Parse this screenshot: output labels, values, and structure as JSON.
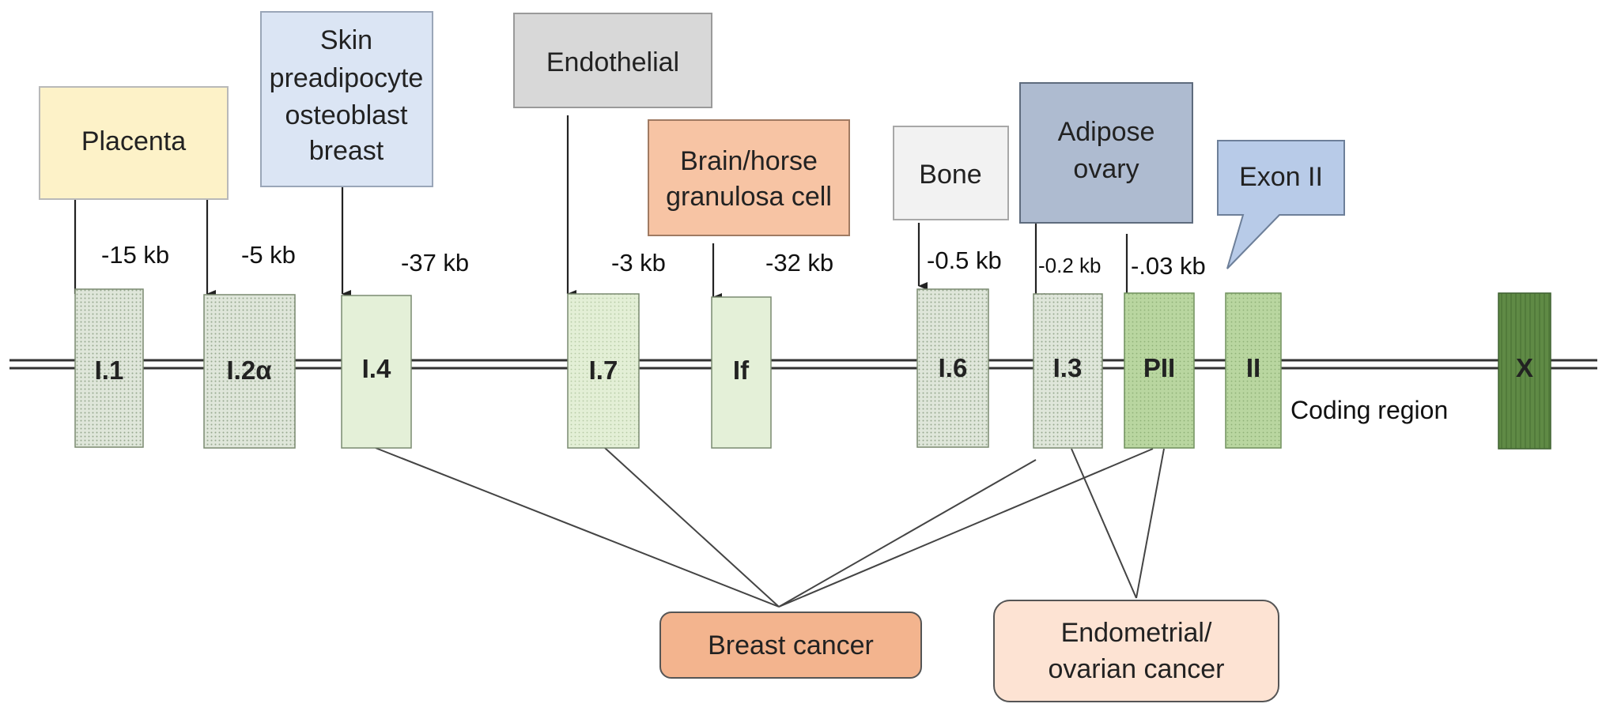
{
  "tissue_boxes": [
    {
      "id": "placenta",
      "lines": [
        "Placenta"
      ],
      "fill": "#fdf2c8"
    },
    {
      "id": "skin",
      "lines": [
        "Skin",
        "preadipocyte",
        "osteoblast",
        "breast"
      ],
      "fill": "#dbe5f4"
    },
    {
      "id": "endothelial",
      "lines": [
        "Endothelial"
      ],
      "fill": "#d8d8d8"
    },
    {
      "id": "brain",
      "lines": [
        "Brain/horse",
        "granulosa cell"
      ],
      "fill": "#f7c4a4"
    },
    {
      "id": "bone",
      "lines": [
        "Bone"
      ],
      "fill": "#f2f2f2"
    },
    {
      "id": "adipose",
      "lines": [
        "Adipose",
        "ovary"
      ],
      "fill": "#aebbd0"
    },
    {
      "id": "exon-ii-callout",
      "lines": [
        "Exon II"
      ],
      "fill": "#b8cbe8"
    }
  ],
  "distances": [
    "-15 kb",
    "-5 kb",
    "-37 kb",
    "-3 kb",
    "-32 kb",
    "-0.5 kb",
    "-0.2 kb",
    "-.03 kb"
  ],
  "exons": [
    "I.1",
    "I.2α",
    "I.4",
    "I.7",
    "If",
    "I.6",
    "I.3",
    "PII",
    "II",
    "X"
  ],
  "coding_label": "Coding region",
  "cancers": [
    {
      "id": "breast-cancer",
      "lines": [
        "Breast cancer"
      ],
      "fill": "#f3b48e"
    },
    {
      "id": "endometrial-cancer",
      "lines": [
        "Endometrial/",
        "ovarian cancer"
      ],
      "fill": "#fde3d3"
    }
  ]
}
